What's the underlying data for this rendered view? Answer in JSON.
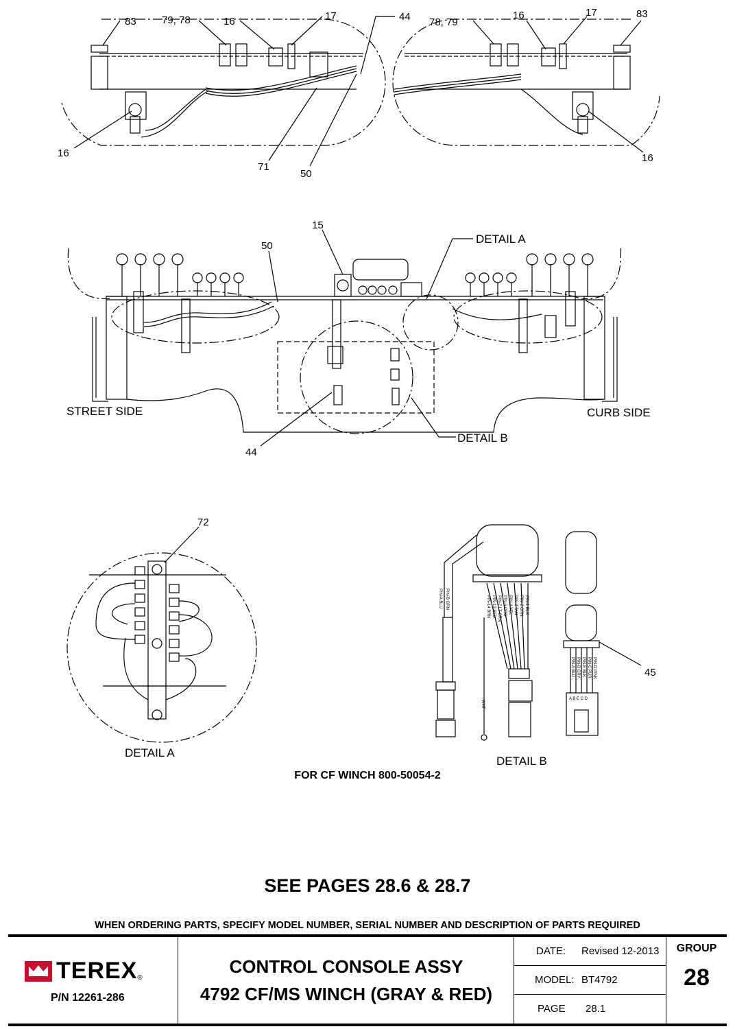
{
  "callouts": {
    "c83_left": "83",
    "c79_78": "79, 78",
    "c16_top_left": "16",
    "c17_left": "17",
    "c44_top": "44",
    "c16_bottom_left": "16",
    "c71": "71",
    "c50_top": "50",
    "c78_79": "78, 79",
    "c16_top_right": "16",
    "c17_right": "17",
    "c83_right": "83",
    "c16_bottom_right": "16",
    "c15": "15",
    "c50_mid": "50",
    "c44_mid": "44",
    "c72": "72",
    "c45": "45"
  },
  "views": {
    "detail_a_callout": "DETAIL A",
    "detail_b_callout": "DETAIL B",
    "street_side": "STREET SIDE",
    "curb_side": "CURB SIDE",
    "detail_a_caption": "DETAIL A",
    "detail_b_caption": "DETAIL B"
  },
  "pin_labels": {
    "left_pair": [
      "PIN-A BLU",
      "PIN-B GRN"
    ],
    "main": [
      "PIN-1 BLK",
      "PIN-2 GRN",
      "PIN-3 TAN",
      "PIN-4 YEL",
      "PIN-5 ORG",
      "PIN-7 LT GRN",
      "PIN-13 RED",
      "PIN-14 BRN"
    ],
    "wht": "WHT",
    "right": [
      "PIN-D PINK",
      "PIN-C PUR",
      "PIN-E BLK",
      "PIN-B GRY",
      "PIN-A BLU"
    ],
    "connector_letters": "A B E C D"
  },
  "notes": {
    "for_cf_winch": "FOR CF WINCH 800-50054-2",
    "see_pages": "SEE PAGES 28.6 & 28.7",
    "ordering": "WHEN ORDERING PARTS, SPECIFY MODEL NUMBER, SERIAL NUMBER AND DESCRIPTION OF PARTS REQUIRED"
  },
  "title_block": {
    "brand": "TEREX",
    "registered_mark": "®",
    "part_number": "P/N 12261-286",
    "title_line1": "CONTROL CONSOLE  ASSY",
    "title_line2": "4792 CF/MS WINCH (GRAY & RED)",
    "date_label": "DATE:",
    "date_value": "Revised 12-2013",
    "model_label": "MODEL:",
    "model_value": "BT4792",
    "page_label": "PAGE",
    "page_value": "28.1",
    "group_label": "GROUP",
    "group_value": "28"
  },
  "colors": {
    "ink": "#000000",
    "paper": "#ffffff",
    "brand_red": "#c8102e"
  }
}
